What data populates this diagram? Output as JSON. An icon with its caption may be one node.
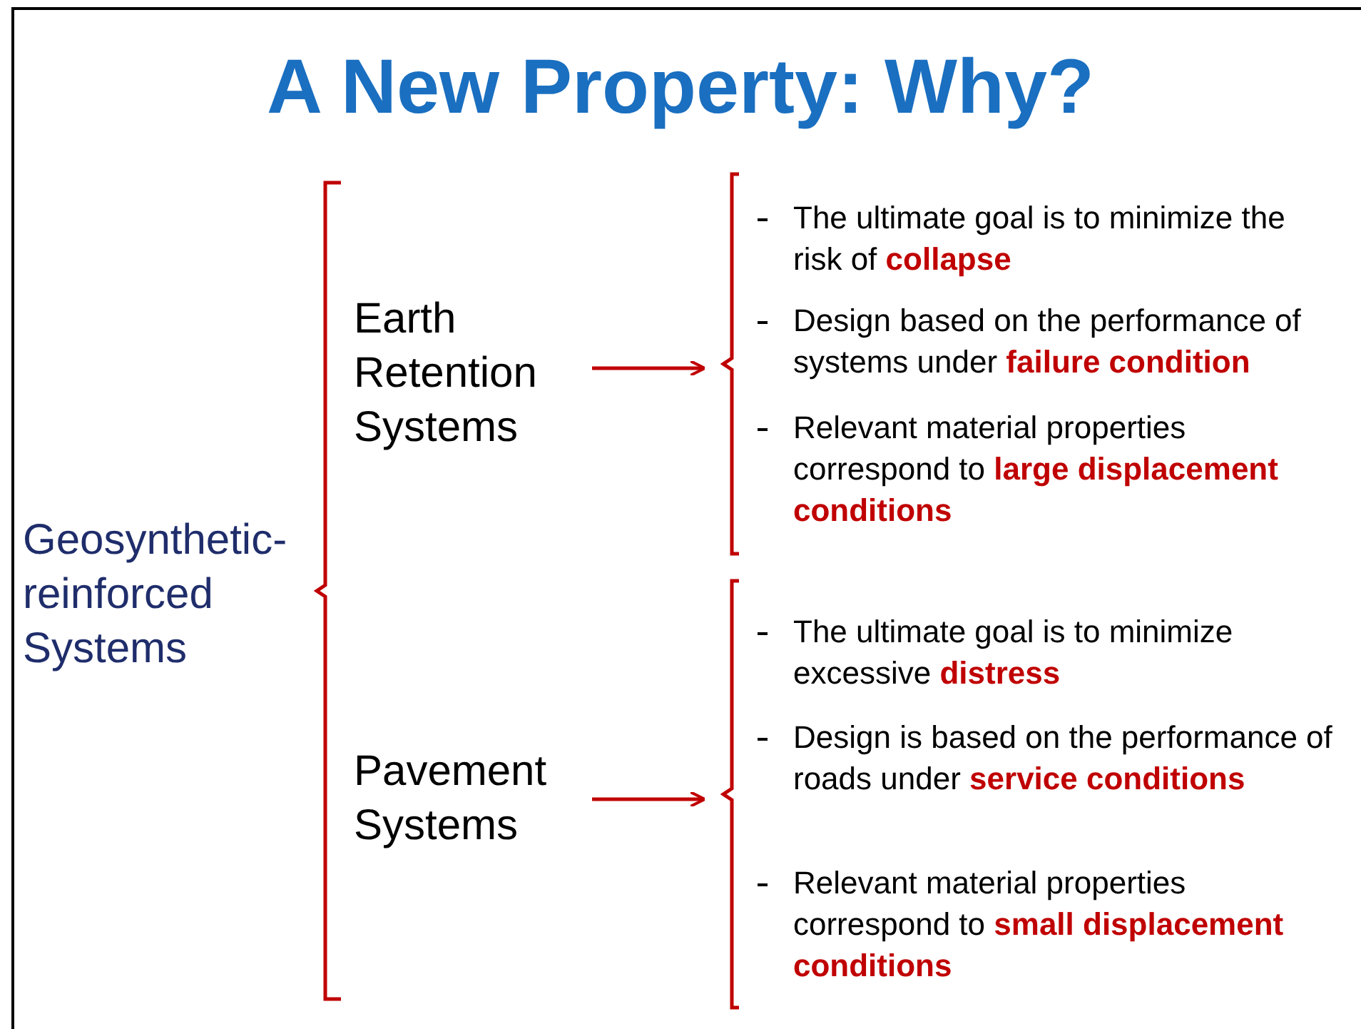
{
  "diagram": {
    "title": "A New Property: Why?",
    "nodes": [
      {
        "text": [
          "Geosynthetic-reinforced Systems"
        ]
      },
      {
        "text": [
          "Earth Retention Systems"
        ]
      },
      {
        "text": [
          "Pavement Systems"
        ]
      },
      {
        "text": [],
        "shape": "bracket"
      },
      {
        "text": [
          "The ultimate goal is to minimize the risk of **collapse**"
        ]
      },
      {
        "text": [
          "Design based on the performance of systems under **failure condition**"
        ]
      },
      {
        "text": [
          "Relevant material properties correspond to **large displacement conditions**"
        ]
      },
      {
        "text": [],
        "shape": "bracket"
      },
      {
        "text": [
          "The ultimate goal is to minimize excessive **distress**"
        ]
      },
      {
        "text": [
          "Design is based on the performance of roads under **service conditions**"
        ]
      },
      {
        "text": [
          "Relevant material properties correspond to **small displacement conditions**"
        ]
      }
    ],
    "edges": [
      {
        "from": 1,
        "to": 3,
        "arrow": "to"
      },
      {
        "from": 2,
        "to": 7,
        "arrow": "to"
      }
    ]
  }
}
